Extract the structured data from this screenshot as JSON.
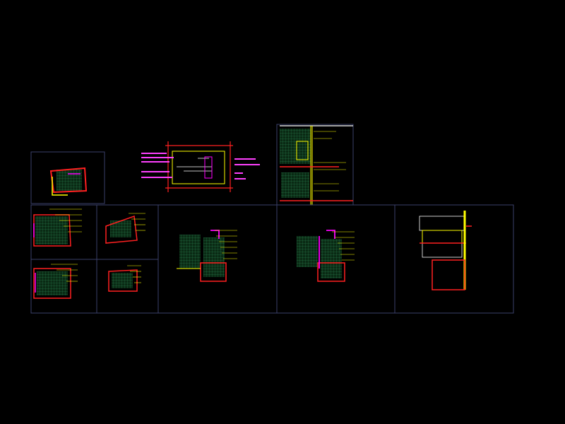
{
  "canvas": {
    "background": "#000000"
  },
  "colors": {
    "sheet_frame": "#3a3f6a",
    "walls_red": "#ff2020",
    "walls_yellow": "#ffff00",
    "walls_magenta": "#ff00ff",
    "tile_grid": "#2e8b57",
    "annotation_text": "#ff40ff",
    "white_line": "#ffffff",
    "cyan_line": "#00ffff"
  },
  "drawings": [
    {
      "id": "key-plan"
    },
    {
      "id": "plan-detail"
    },
    {
      "id": "section-detail"
    },
    {
      "id": "plan-a"
    },
    {
      "id": "plan-b"
    },
    {
      "id": "plan-c"
    },
    {
      "id": "plan-d"
    },
    {
      "id": "plan-e"
    },
    {
      "id": "plan-f"
    },
    {
      "id": "elevation"
    }
  ]
}
